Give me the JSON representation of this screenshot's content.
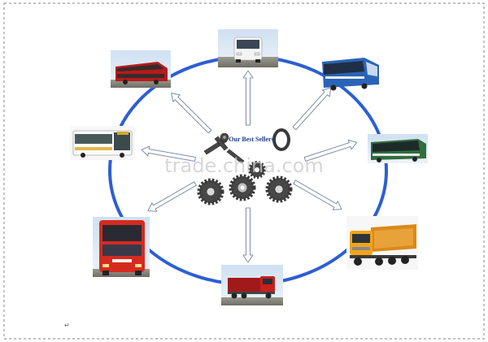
{
  "title": "Our Best Sellers",
  "watermark": "trade.china.com",
  "paragraph_mark": "↵",
  "colors": {
    "ring": "#2c5fd3",
    "arrow_fill": "#ffffff",
    "arrow_stroke": "#7f8ea8",
    "border": "#9a9a9a",
    "gear_metal": "#474747"
  },
  "icons": {
    "center": "gear-parts-icon",
    "vehicles": [
      "double-decker-coach",
      "white-coach-bus",
      "blue-coach-bus",
      "city-bus",
      "green-coach-bus",
      "red-front-bus",
      "red-dump-truck",
      "orange-dump-truck"
    ]
  }
}
